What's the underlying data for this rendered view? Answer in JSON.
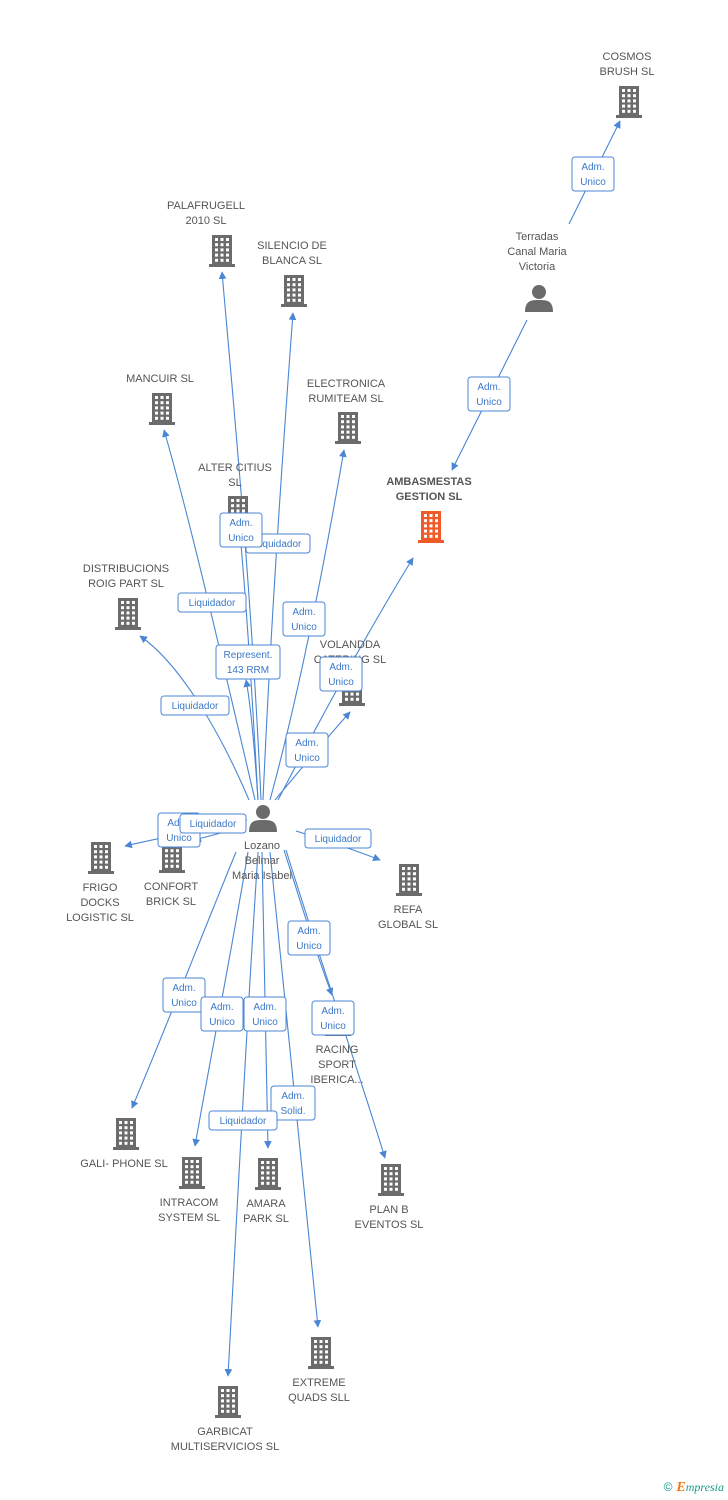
{
  "colors": {
    "edge": "#4a86d4",
    "building": "#6b6b6b",
    "focus_building": "#f05a28",
    "person": "#6b6b6b"
  },
  "nodes": [
    {
      "id": "cosmos",
      "type": "company",
      "lines": [
        "COSMOS",
        "BRUSH SL"
      ]
    },
    {
      "id": "terradas",
      "type": "person",
      "lines": [
        "Terradas",
        "Canal Maria",
        "Victoria"
      ]
    },
    {
      "id": "ambasmestas",
      "type": "company",
      "focus": true,
      "lines": [
        "AMBASMESTAS",
        "GESTION SL"
      ]
    },
    {
      "id": "palafrugell",
      "type": "company",
      "lines": [
        "PALAFRUGELL",
        "2010 SL"
      ]
    },
    {
      "id": "silencio",
      "type": "company",
      "lines": [
        "SILENCIO DE",
        "BLANCA SL"
      ]
    },
    {
      "id": "mancuir",
      "type": "company",
      "lines": [
        "MANCUIR SL"
      ]
    },
    {
      "id": "electronica",
      "type": "company",
      "lines": [
        "ELECTRONICA",
        "RUMITEAM SL"
      ]
    },
    {
      "id": "altercitius",
      "type": "company",
      "lines": [
        "ALTER CITIUS",
        "SL"
      ]
    },
    {
      "id": "distribucions",
      "type": "company",
      "lines": [
        "DISTRIBUCIONS",
        "ROIG PART SL"
      ]
    },
    {
      "id": "volandda",
      "type": "company",
      "lines": [
        "VOLANDDA",
        "CATERING SL"
      ]
    },
    {
      "id": "lozano",
      "type": "person",
      "lines": [
        "Lozano",
        "Belmar",
        "Maria Isabel"
      ]
    },
    {
      "id": "frigo",
      "type": "company",
      "lines": [
        "FRIGO",
        "DOCKS",
        "LOGISTIC SL"
      ]
    },
    {
      "id": "confort",
      "type": "company",
      "lines": [
        "CONFORT",
        "BRICK SL"
      ]
    },
    {
      "id": "refa",
      "type": "company",
      "lines": [
        "REFA",
        "GLOBAL SL"
      ]
    },
    {
      "id": "racing",
      "type": "company",
      "lines": [
        "RACING",
        "SPORT",
        "IBERICA..."
      ]
    },
    {
      "id": "galiphone",
      "type": "company",
      "lines": [
        "GALI- PHONE SL"
      ]
    },
    {
      "id": "intracom",
      "type": "company",
      "lines": [
        "INTRACOM",
        "SYSTEM SL"
      ]
    },
    {
      "id": "amara",
      "type": "company",
      "lines": [
        "AMARA",
        "PARK SL"
      ]
    },
    {
      "id": "planb",
      "type": "company",
      "lines": [
        "PLAN B",
        "EVENTOS SL"
      ]
    },
    {
      "id": "extreme",
      "type": "company",
      "lines": [
        "EXTREME",
        "QUADS SLL"
      ]
    },
    {
      "id": "garbicat",
      "type": "company",
      "lines": [
        "GARBICAT",
        "MULTISERVICIOS SL"
      ]
    }
  ],
  "edges": [
    {
      "from": "terradas",
      "to": "cosmos",
      "lines": [
        "Adm.",
        "Unico"
      ]
    },
    {
      "from": "terradas",
      "to": "ambasmestas",
      "lines": [
        "Adm.",
        "Unico"
      ]
    },
    {
      "from": "lozano",
      "to": "palafrugell",
      "lines": []
    },
    {
      "from": "lozano",
      "to": "silencio",
      "lines": [
        "Liquidador"
      ]
    },
    {
      "from": "lozano",
      "to": "mancuir",
      "lines": [
        "Liquidador"
      ]
    },
    {
      "from": "lozano",
      "to": "electronica",
      "lines": [
        "Adm.",
        "Unico"
      ]
    },
    {
      "from": "lozano",
      "to": "altercitius",
      "lines": [
        "Adm.",
        "Unico"
      ]
    },
    {
      "from": "lozano",
      "to": "distribucions",
      "lines": [
        "Liquidador"
      ]
    },
    {
      "from": "lozano",
      "to": "volandda",
      "lines": [
        "Adm.",
        "Unico"
      ]
    },
    {
      "from": "lozano",
      "to": "ambasmestas",
      "lines": [
        "Adm.",
        "Unico"
      ]
    },
    {
      "from": "lozano",
      "to": "altercitius",
      "lines": [
        "Represent.",
        "143 RRM"
      ]
    },
    {
      "from": "lozano",
      "to": "frigo",
      "lines": [
        "Adm.",
        "Unico"
      ]
    },
    {
      "from": "lozano",
      "to": "confort",
      "lines": [
        "Liquidador"
      ]
    },
    {
      "from": "lozano",
      "to": "refa",
      "lines": [
        "Liquidador"
      ]
    },
    {
      "from": "lozano",
      "to": "racing",
      "lines": [
        "Adm.",
        "Unico"
      ]
    },
    {
      "from": "lozano",
      "to": "planb",
      "lines": [
        "Adm.",
        "Unico"
      ]
    },
    {
      "from": "lozano",
      "to": "galiphone",
      "lines": [
        "Adm.",
        "Unico"
      ]
    },
    {
      "from": "lozano",
      "to": "intracom",
      "lines": [
        "Adm.",
        "Unico"
      ]
    },
    {
      "from": "lozano",
      "to": "amara",
      "lines": [
        "Adm.",
        "Unico"
      ]
    },
    {
      "from": "lozano",
      "to": "extreme",
      "lines": [
        "Adm.",
        "Solid."
      ]
    },
    {
      "from": "lozano",
      "to": "garbicat",
      "lines": [
        "Liquidador"
      ]
    }
  ],
  "footer": {
    "copyright": "©",
    "brand_initial": "E",
    "brand_rest": "mpresia"
  }
}
